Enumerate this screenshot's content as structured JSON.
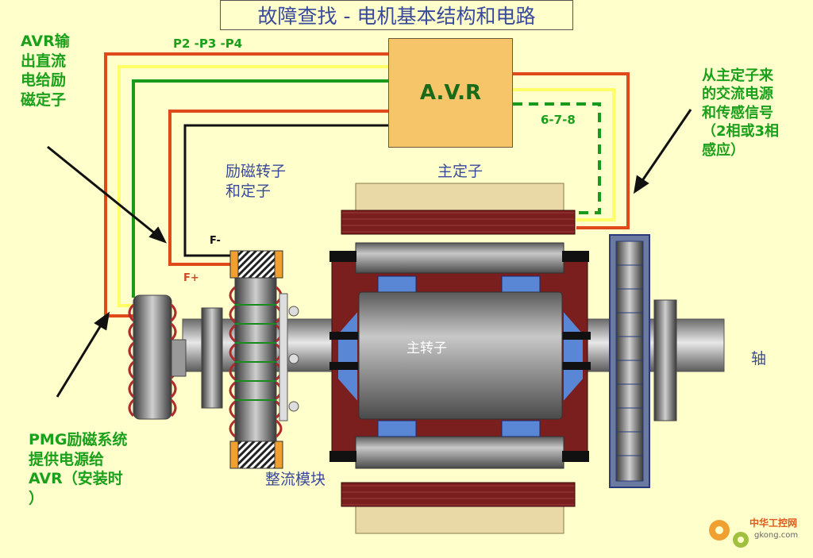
{
  "title": "故障查找 - 电机基本结构和电路",
  "avr_label": "A.V.R",
  "labels": {
    "avr_output": "AVR输\n出直流\n电给励\n磁定子",
    "p_terminals": "P2 -P3 -P4",
    "sensing_terminals": "6-7-8",
    "main_stator_input": "从主定子来\n的交流电源\n和传感信号\n（2相或3相\n感应）",
    "exciter": "励磁转子\n和定子",
    "main_stator": "主定子",
    "f_minus": "F-",
    "f_plus": "F+",
    "main_rotor": "主转子",
    "shaft": "轴",
    "rectifier": "整流模块",
    "pmg": "PMG励磁系统\n提供电源给\nAVR（安装时\n）",
    "watermark": "中华工控网",
    "watermark_url": "gkong.com"
  },
  "colors": {
    "background": "#ffffcc",
    "wire_red": "#e04a1a",
    "wire_yellow": "#ffff66",
    "wire_green": "#1a9a1a",
    "wire_black": "#111111",
    "avr_fill": "#f6c56a",
    "stator_winding": "#7a1e1e",
    "label_green": "#1aa01a",
    "label_blue": "#3a4a9a"
  }
}
